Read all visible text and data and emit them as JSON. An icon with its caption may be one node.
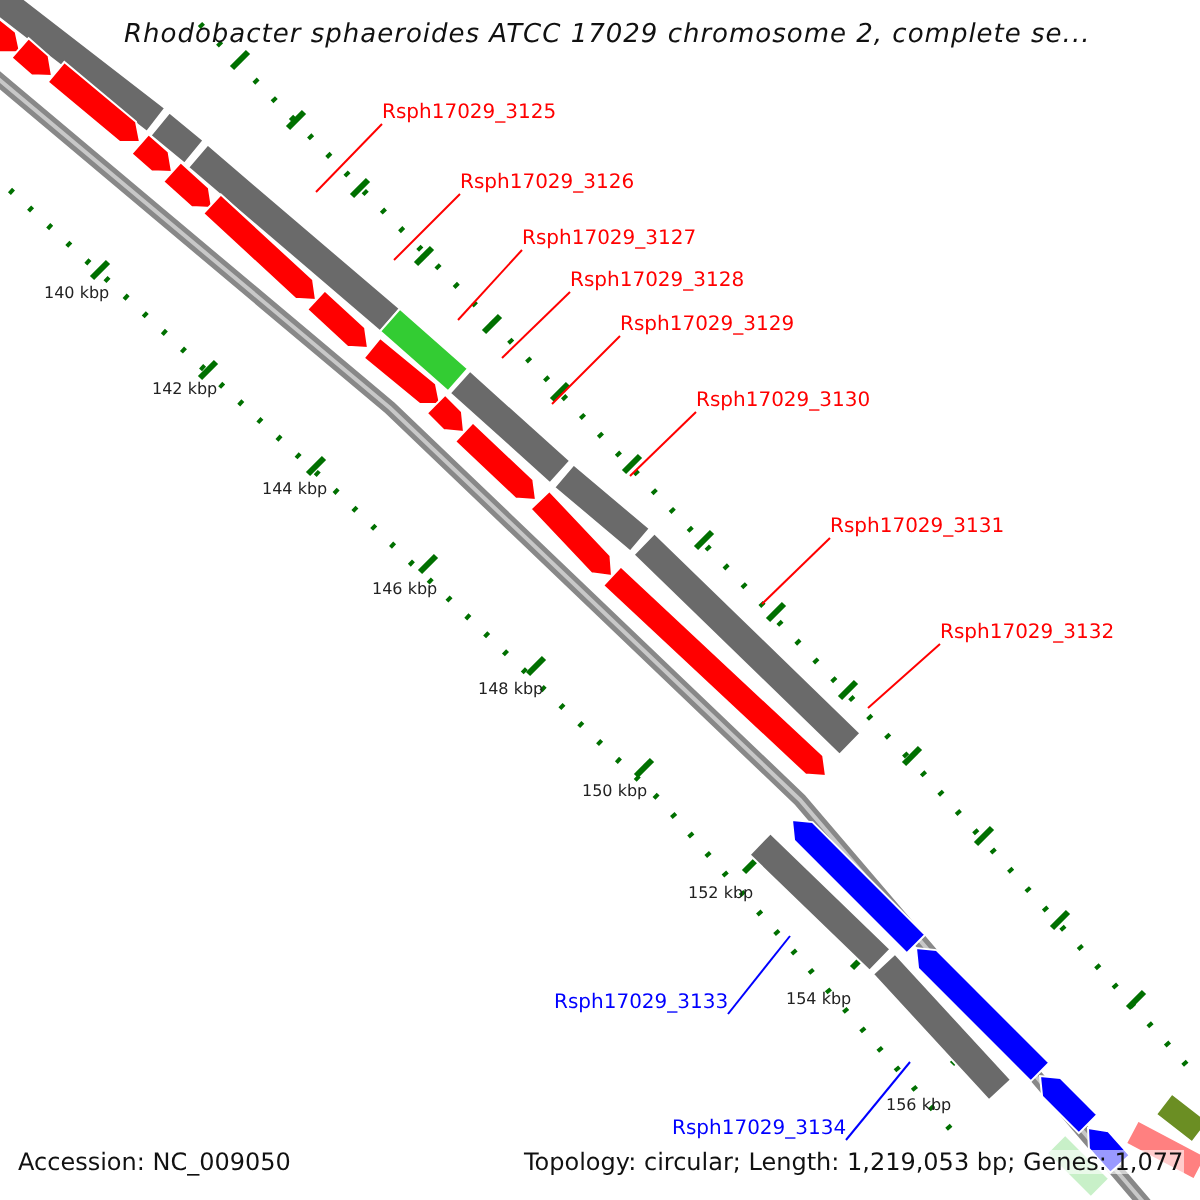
{
  "diagram": {
    "title": "Rhodobacter sphaeroides ATCC 17029 chromosome 2, complete se...",
    "nodes": [
      {
        "text": [
          "Rsph17029_3125"
        ]
      },
      {
        "text": [
          "Rsph17029_3126"
        ]
      },
      {
        "text": [
          "Rsph17029_3127"
        ]
      },
      {
        "text": [
          "Rsph17029_3128"
        ]
      },
      {
        "text": [
          "Rsph17029_3129"
        ]
      },
      {
        "text": [
          "Rsph17029_3130"
        ]
      },
      {
        "text": [
          "Rsph17029_3131"
        ]
      },
      {
        "text": [
          "Rsph17029_3132"
        ]
      },
      {
        "text": [
          "Rsph17029_3133"
        ]
      },
      {
        "text": [
          "Rsph17029_3134"
        ]
      }
    ],
    "edges": [
      {
        "from": 0,
        "to": null,
        "arrow": "none"
      },
      {
        "from": 1,
        "to": null,
        "arrow": "none"
      },
      {
        "from": 2,
        "to": null,
        "arrow": "none"
      },
      {
        "from": 3,
        "to": null,
        "arrow": "none"
      },
      {
        "from": 4,
        "to": null,
        "arrow": "none"
      },
      {
        "from": 5,
        "to": null,
        "arrow": "none"
      },
      {
        "from": 6,
        "to": null,
        "arrow": "none"
      },
      {
        "from": 7,
        "to": null,
        "arrow": "none"
      },
      {
        "from": 8,
        "to": null,
        "arrow": "none",
        "color": "#0000ff"
      },
      {
        "from": 9,
        "to": null,
        "arrow": "none",
        "color": "#0000ff"
      }
    ],
    "labels": [
      "140 kbp",
      "142 kbp",
      "144 kbp",
      "146 kbp",
      "148 kbp",
      "150 kbp",
      "152 kbp",
      "154 kbp",
      "156 kbp",
      "Accession: NC_009050",
      "Topology: circular; Length: 1,219,053 bp; Genes: 1,077"
    ]
  }
}
